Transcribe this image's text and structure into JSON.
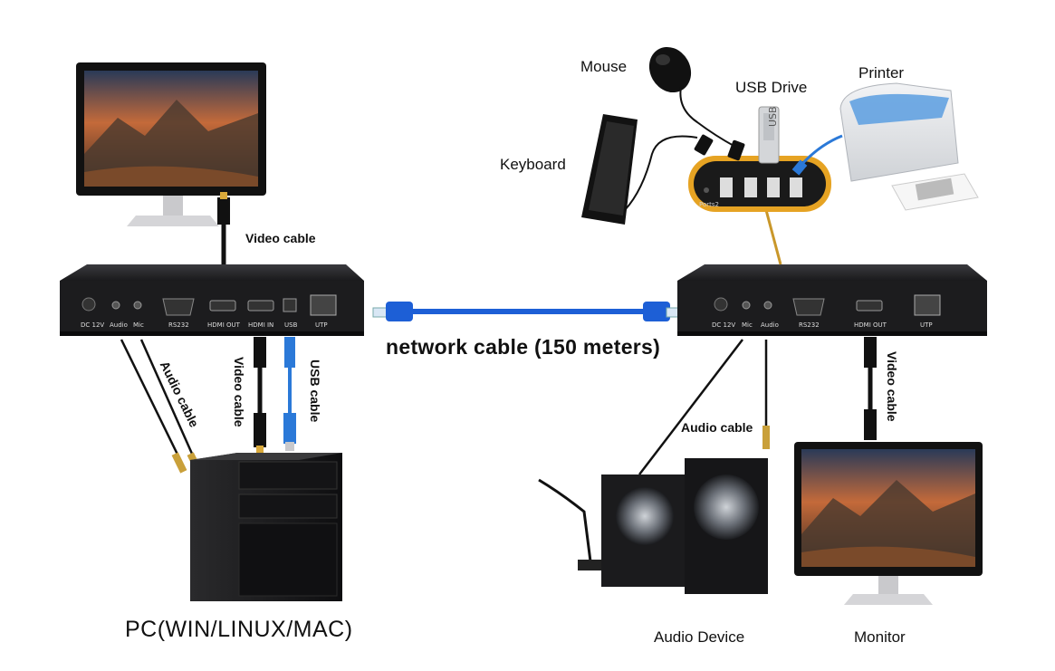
{
  "labels": {
    "mouse": "Mouse",
    "usb_drive": "USB Drive",
    "printer": "Printer",
    "keyboard": "Keyboard",
    "video_cable_top": "Video cable",
    "network_cable": "network cable (150 meters)",
    "audio_cable_left": "Audio cable",
    "video_cable_left": "Video cable",
    "usb_cable": "USB cable",
    "audio_cable_right": "Audio cable",
    "video_cable_right": "Video cable",
    "pc": "PC(WIN/LINUX/MAC)",
    "audio_device": "Audio Device",
    "monitor": "Monitor"
  },
  "transmitter_ports": [
    "DC 12V",
    "Audio",
    "Mic",
    "RS232",
    "HDMI OUT",
    "HDMI IN",
    "USB",
    "UTP"
  ],
  "receiver_ports": [
    "DC 12V",
    "Mic",
    "Audio",
    "RS232",
    "HDMI OUT",
    "UTP"
  ],
  "hub_labels": [
    "Ports2",
    "USB"
  ],
  "colors": {
    "device_body": "#1c1c1e",
    "network_cable": "#1d5fd6",
    "usb_cable": "#2b79d8",
    "hub_accent": "#e6a323",
    "hub_link": "#c9972a"
  }
}
